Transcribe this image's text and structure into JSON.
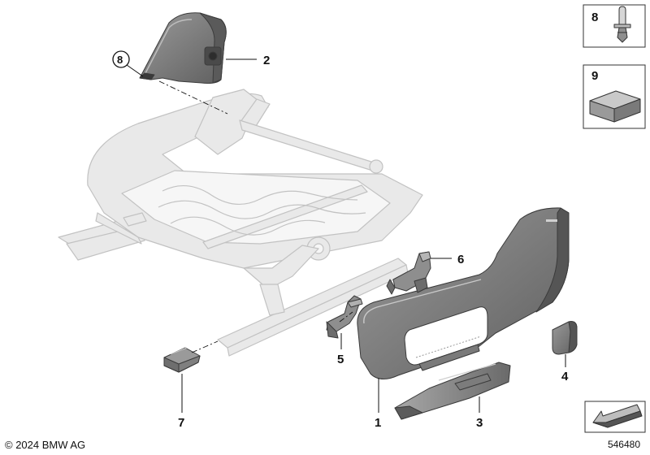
{
  "callouts": {
    "p1": "1",
    "p2": "2",
    "p3": "3",
    "p4": "4",
    "p5": "5",
    "p6": "6",
    "p7": "7",
    "p8": "8",
    "p8_circled": "8",
    "p9": "9"
  },
  "footer": {
    "copyright": "© 2024 BMW AG",
    "drawing_number": "546480"
  },
  "colors": {
    "frame_ghost": "#e6e6e6",
    "frame_outline": "#c4c4c4",
    "part_dark": "#6f6f6f",
    "part_mid": "#8c8c8c",
    "part_light": "#b5b5b5",
    "leader": "#111111"
  }
}
